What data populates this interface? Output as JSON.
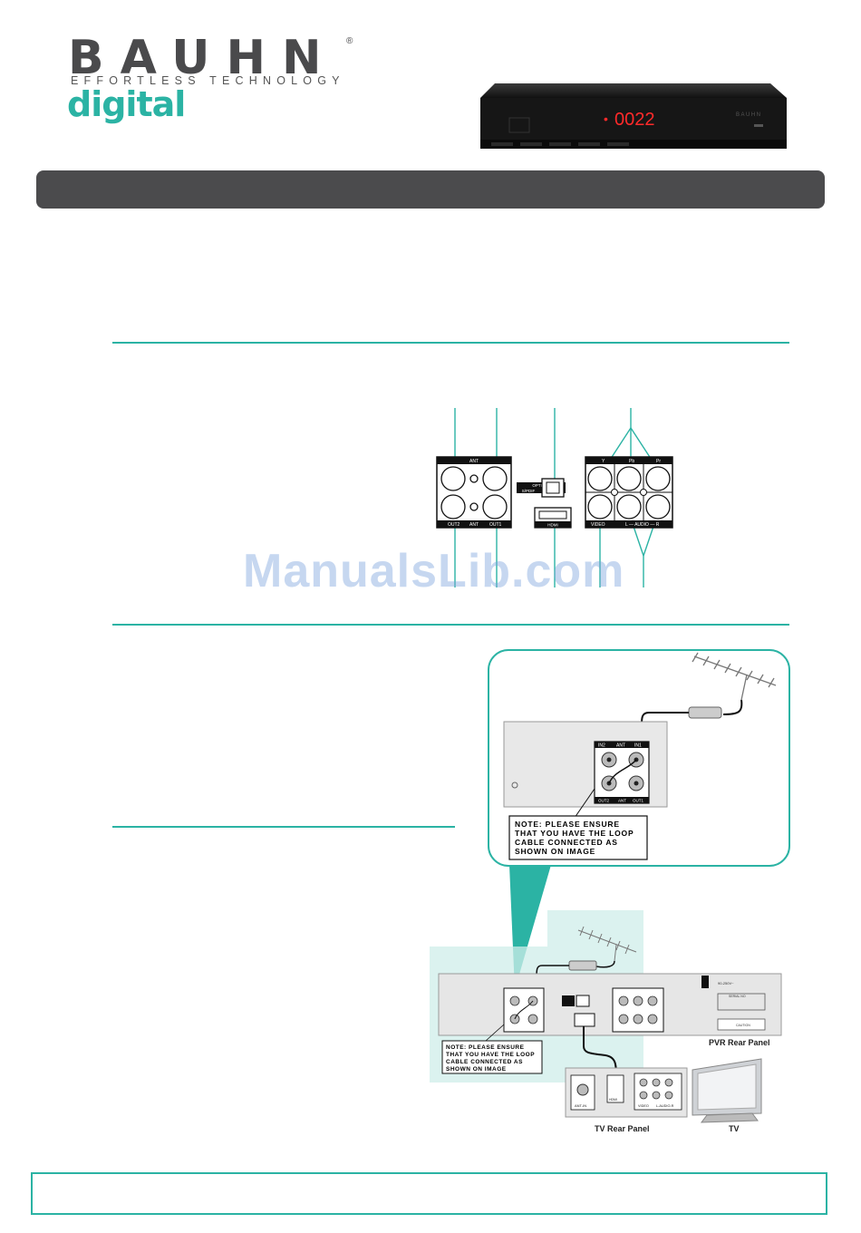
{
  "header": {
    "brand": "BAUHN",
    "registered_mark": "®",
    "tagline": "EFFORTLESS TECHNOLOGY",
    "product_line": "digital",
    "display_readout": "0022",
    "device_brand": "BAUHN"
  },
  "panel": {
    "ant_label": "ANT",
    "out2_label": "OUT2",
    "out1_label": "OUT1",
    "optical_label_1": "OPTICAL",
    "optical_label_2": "S/PDIF",
    "hdmi_label": "HDMI",
    "y_label": "Y",
    "pb_label": "Pb",
    "pr_label": "Pr",
    "video_label": "VIDEO",
    "audio_label": "L — AUDIO — R"
  },
  "watermark": "ManualsLib.com",
  "inset": {
    "in2_label": "IN2",
    "ant_label": "ANT",
    "in1_label": "IN1",
    "out2_label": "OUT2",
    "out1_label": "OUT1",
    "note_line1": "NOTE: PLEASE ENSURE",
    "note_line2": "THAT YOU HAVE THE LOOP",
    "note_line3": "CABLE CONNECTED AS",
    "note_line4": "SHOWN ON IMAGE"
  },
  "diagram": {
    "pvr_rear_panel": "PVR Rear Panel",
    "tv_rear_panel": "TV Rear Panel",
    "tv": "TV",
    "ant_in": "ANT-IN",
    "hdmi": "HDMI",
    "video": "VIDEO",
    "audio": "L-AUDIO-R",
    "serial": "SERIAL NO",
    "caution": "CAUTION",
    "note_line1": "NOTE: PLEASE ENSURE",
    "note_line2": "THAT YOU HAVE THE LOOP",
    "note_line3": "CABLE CONNECTED AS",
    "note_line4": "SHOWN ON IMAGE"
  },
  "colors": {
    "accent": "#2bb3a4",
    "bar": "#4b4b4d",
    "brand_gray": "#4a4a4c",
    "led": "#ff2a2a"
  }
}
